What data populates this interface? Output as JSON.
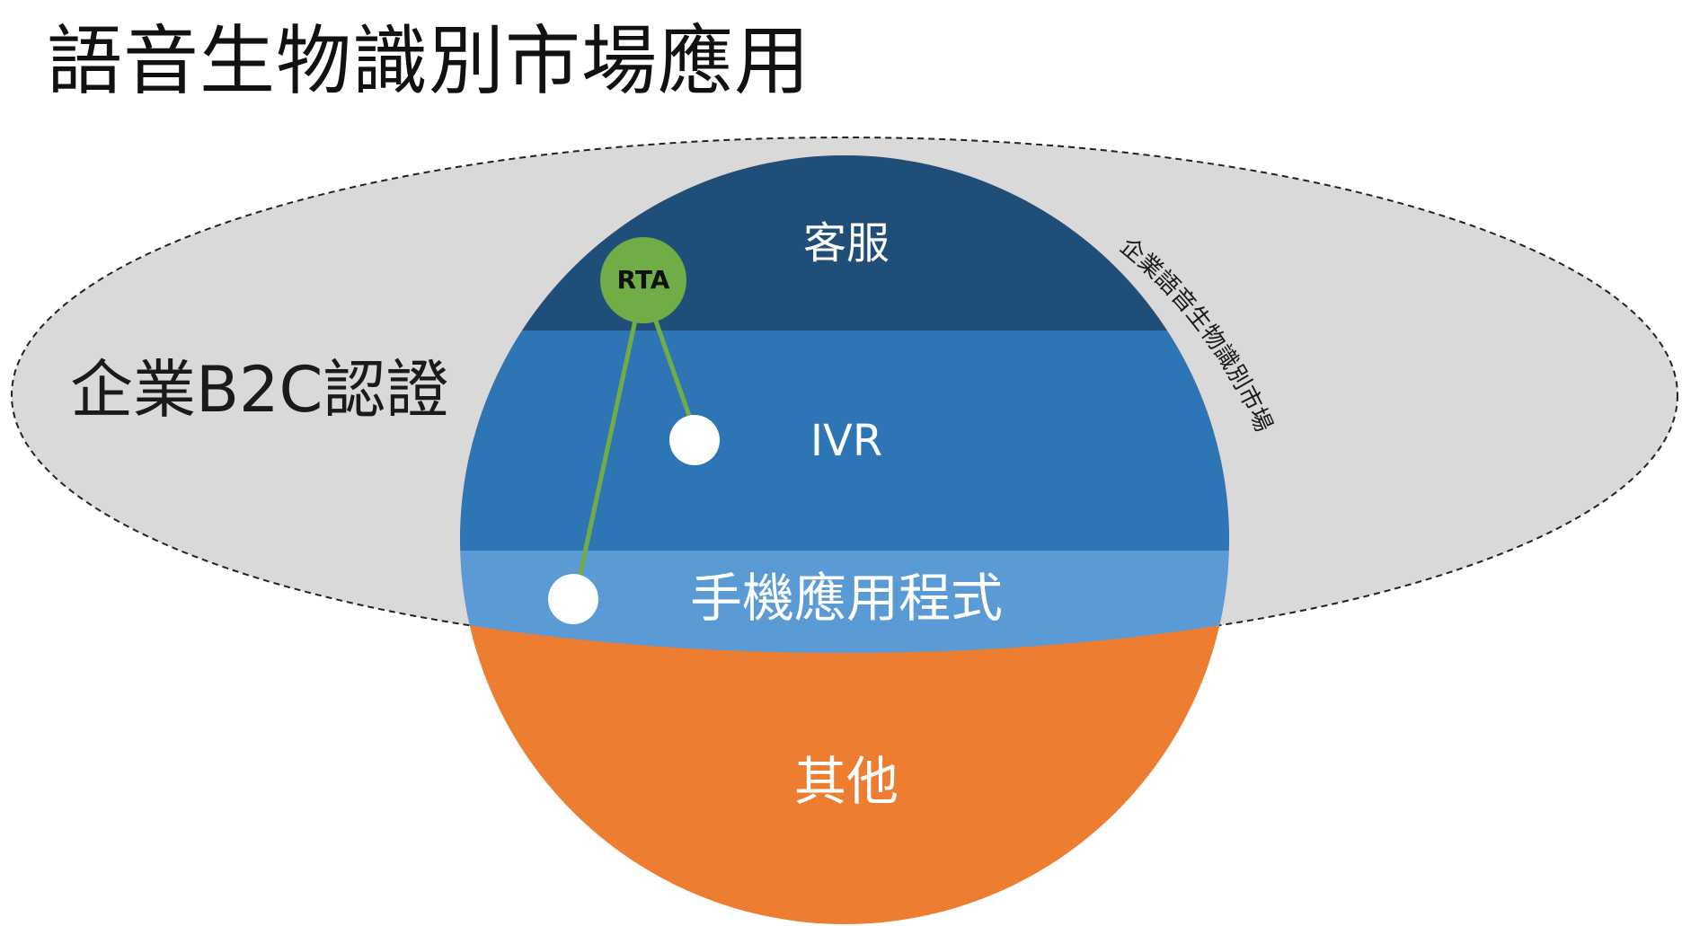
{
  "title": "語音生物識別市場應用",
  "outer_region": {
    "label": "企業B2C認證",
    "arc_label": "企業語音生物識別市場"
  },
  "segments": [
    {
      "id": "customer-service",
      "label": "客服",
      "color": "#1f4e79"
    },
    {
      "id": "ivr",
      "label": "IVR",
      "color": "#2e75b6"
    },
    {
      "id": "mobile-app",
      "label": "手機應用程式",
      "color": "#5b9bd5"
    },
    {
      "id": "other",
      "label": "其他",
      "color": "#ed7d31"
    }
  ],
  "badge": {
    "label": "RTA",
    "color": "#70ad47"
  },
  "colors": {
    "ellipse_fill": "#d9d9d9",
    "ellipse_border": "#222222",
    "connector": "#70ad47",
    "marker": "#ffffff"
  }
}
